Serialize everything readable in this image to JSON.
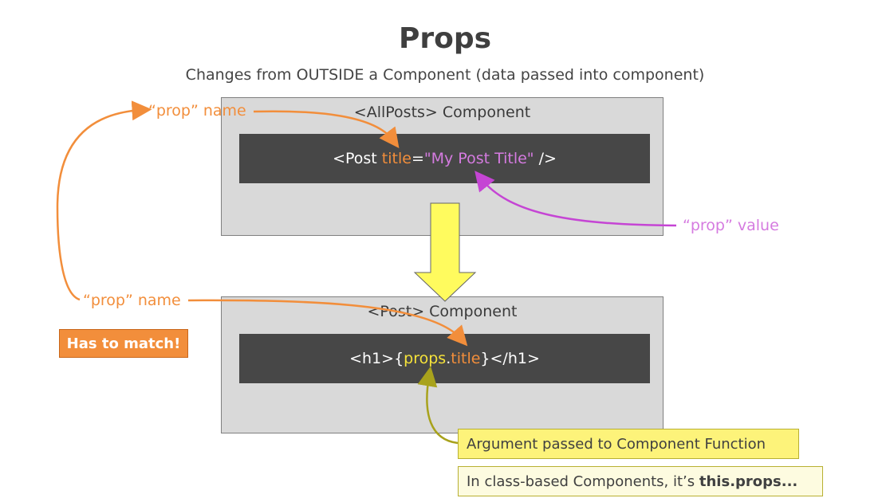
{
  "title": "Props",
  "subtitle": "Changes from OUTSIDE a Component (data passed into component)",
  "allposts": {
    "component_title": "<AllPosts> Component",
    "code": {
      "open": "<Post ",
      "attr": "title",
      "eq": "=",
      "value": "\"My Post Title\"",
      "close": " />"
    }
  },
  "post": {
    "component_title": "<Post> Component",
    "code": {
      "open": "<h1>{",
      "props": "props",
      "dot": ".",
      "attr": "title",
      "close": "}</h1>"
    }
  },
  "labels": {
    "prop_name_top": "“prop” name",
    "prop_name_bottom": "“prop” name",
    "prop_value": "“prop” value",
    "has_to_match": "Has to match!",
    "argument_note": "Argument passed to Component Function",
    "class_note_prefix": "In class-based Components, it’s ",
    "class_note_bold": "this.props..."
  },
  "colors": {
    "orange": "#f28e3b",
    "pink": "#d57be0",
    "yellow_arrow": "#fffb5e",
    "olive_arrow": "#a8a21c",
    "box_gray": "#d9d9d9",
    "code_dark": "#474747"
  }
}
